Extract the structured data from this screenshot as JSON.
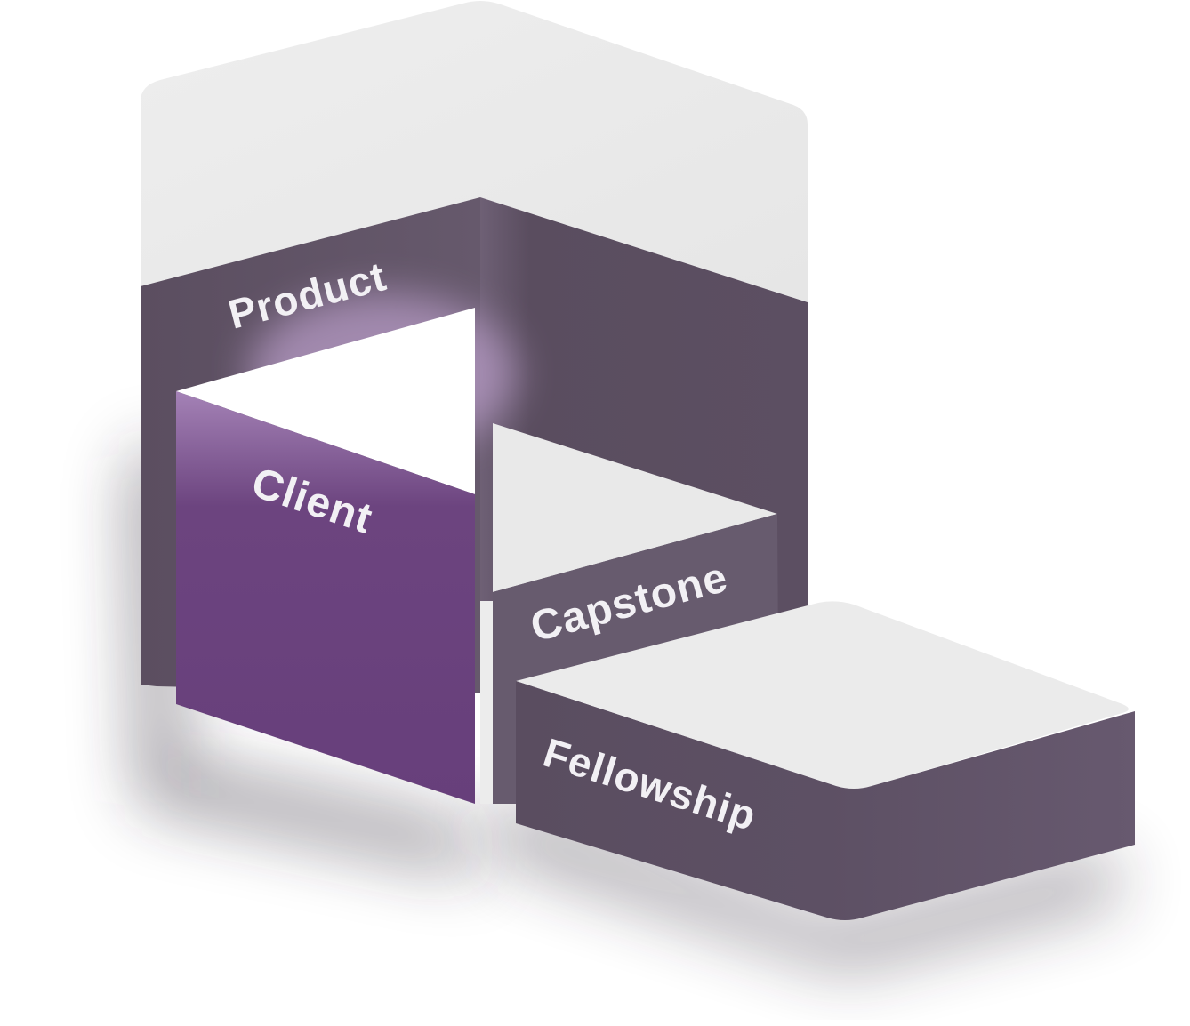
{
  "diagram": {
    "blocks": [
      {
        "id": "product",
        "label": "Product"
      },
      {
        "id": "client",
        "label": "Client"
      },
      {
        "id": "capstone",
        "label": "Capstone"
      },
      {
        "id": "fellowship",
        "label": "Fellowship"
      }
    ]
  },
  "colors": {
    "top_light": "#ececec",
    "side_dark": "#5a4d60",
    "side_mid": "#665a6e",
    "accent_purple": "#69417d",
    "label_text": "#f2f0f4"
  }
}
